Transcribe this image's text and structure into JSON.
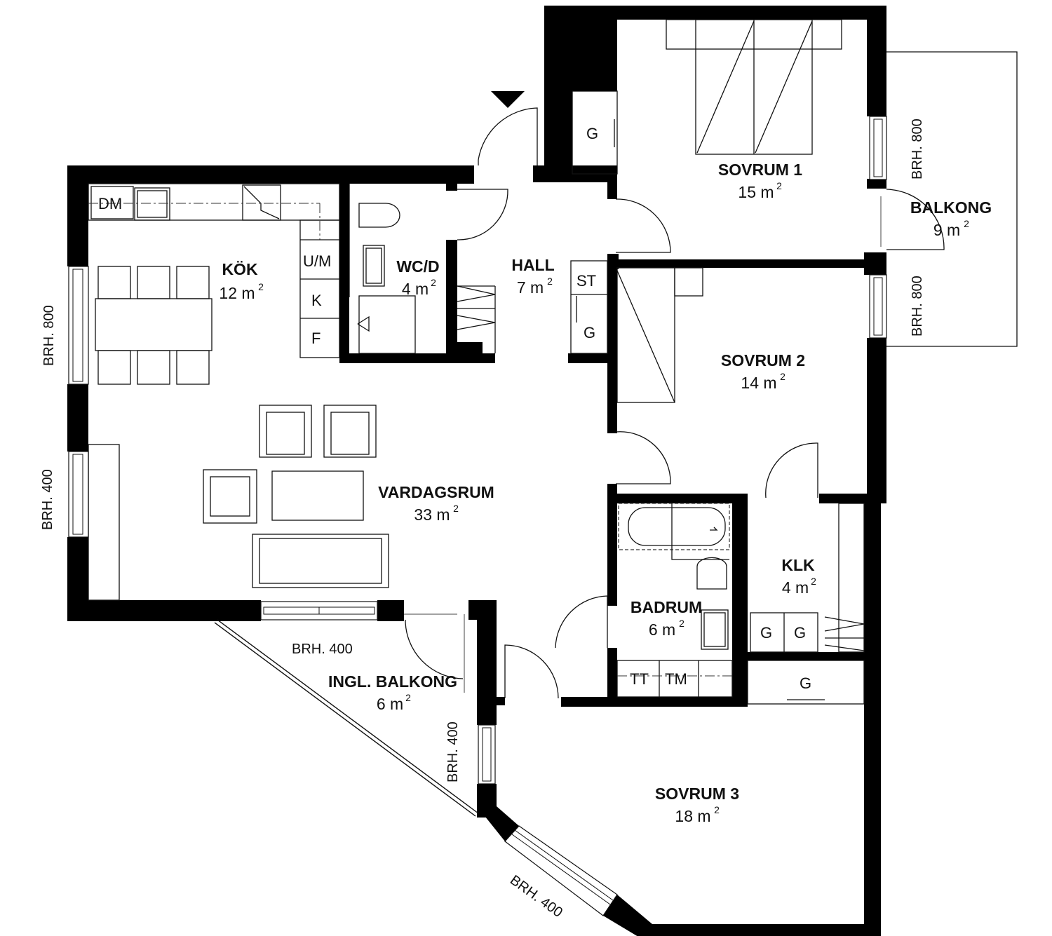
{
  "rooms": {
    "sovrum1": {
      "name": "SOVRUM 1",
      "area": "15 m"
    },
    "balkong": {
      "name": "BALKONG",
      "area": "9 m"
    },
    "kok": {
      "name": "KÖK",
      "area": "12 m"
    },
    "wcd": {
      "name": "WC/D",
      "area": "4 m"
    },
    "hall": {
      "name": "HALL",
      "area": "7 m"
    },
    "sovrum2": {
      "name": "SOVRUM 2",
      "area": "14 m"
    },
    "vardagsrum": {
      "name": "VARDAGSRUM",
      "area": "33 m"
    },
    "badrum": {
      "name": "BADRUM",
      "area": "6 m"
    },
    "klk": {
      "name": "KLK",
      "area": "4 m"
    },
    "ingl_balkong": {
      "name": "INGL. BALKONG",
      "area": "6 m"
    },
    "sovrum3": {
      "name": "SOVRUM 3",
      "area": "18 m"
    }
  },
  "area_superscript": "2",
  "fixtures": {
    "dm": "DM",
    "um": "U/M",
    "k": "K",
    "f": "F",
    "st": "ST",
    "g": "G",
    "tt": "TT",
    "tm": "TM"
  },
  "sill_heights": {
    "brh_800": "BRH. 800",
    "brh_400": "BRH. 400"
  }
}
